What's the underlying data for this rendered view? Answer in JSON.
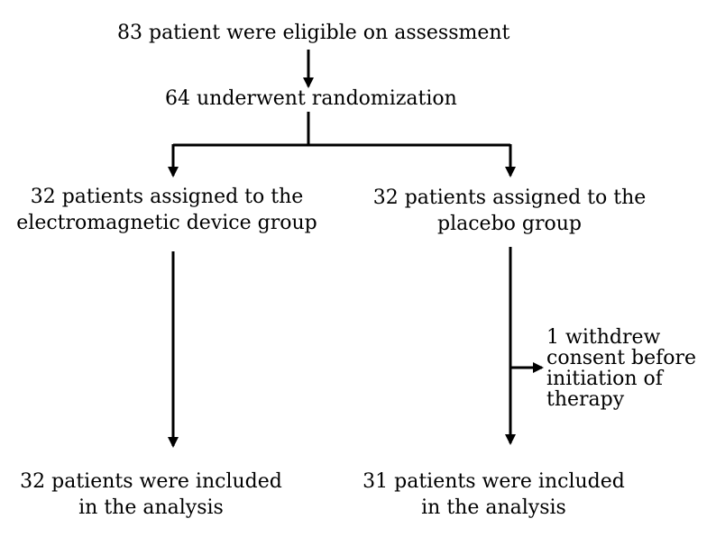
{
  "flowchart": {
    "eligible": "83 patient were eligible on assessment",
    "randomized": "64 underwent randomization",
    "device_group": [
      "32 patients assigned to the",
      "electromagnetic device group"
    ],
    "placebo_group": [
      "32 patients assigned to the",
      "placebo group"
    ],
    "withdrawal": [
      "1 withdrew",
      "consent before",
      "initiation of",
      "therapy"
    ],
    "device_analysis": [
      "32 patients were included",
      "in the analysis"
    ],
    "placebo_analysis": [
      "31 patients were included",
      "in the analysis"
    ]
  },
  "colors": {
    "stroke": "#000000",
    "background": "#ffffff"
  }
}
